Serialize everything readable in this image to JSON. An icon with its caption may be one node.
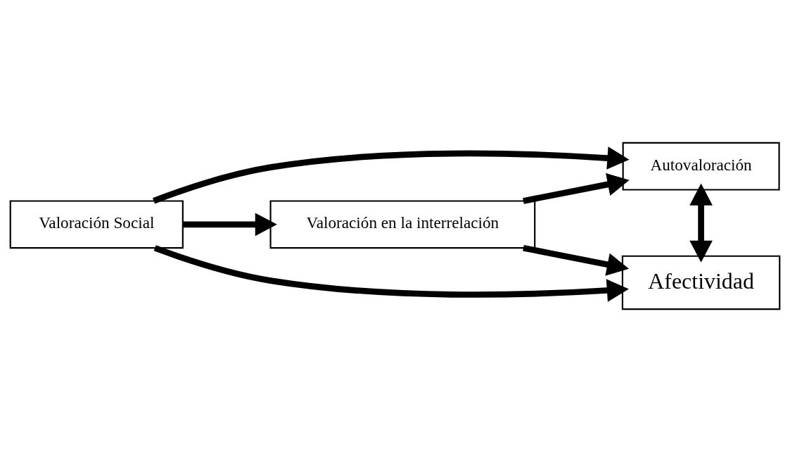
{
  "diagram": {
    "nodes": [
      {
        "text": [
          "Valoración Social"
        ]
      },
      {
        "text": [
          "Valoración en la interrelación"
        ]
      },
      {
        "text": [
          "Autovaloración"
        ]
      },
      {
        "text": [
          "Afectividad"
        ]
      }
    ],
    "edges": [
      {
        "from": 0,
        "to": 1,
        "arrow": "to"
      },
      {
        "from": 1,
        "to": 2,
        "arrow": "to"
      },
      {
        "from": 1,
        "to": 3,
        "arrow": "to"
      },
      {
        "from": 2,
        "to": 3,
        "arrow": "both"
      },
      {
        "from": 0,
        "to": 2,
        "arrow": "to"
      },
      {
        "from": 0,
        "to": 3,
        "arrow": "to"
      }
    ]
  }
}
